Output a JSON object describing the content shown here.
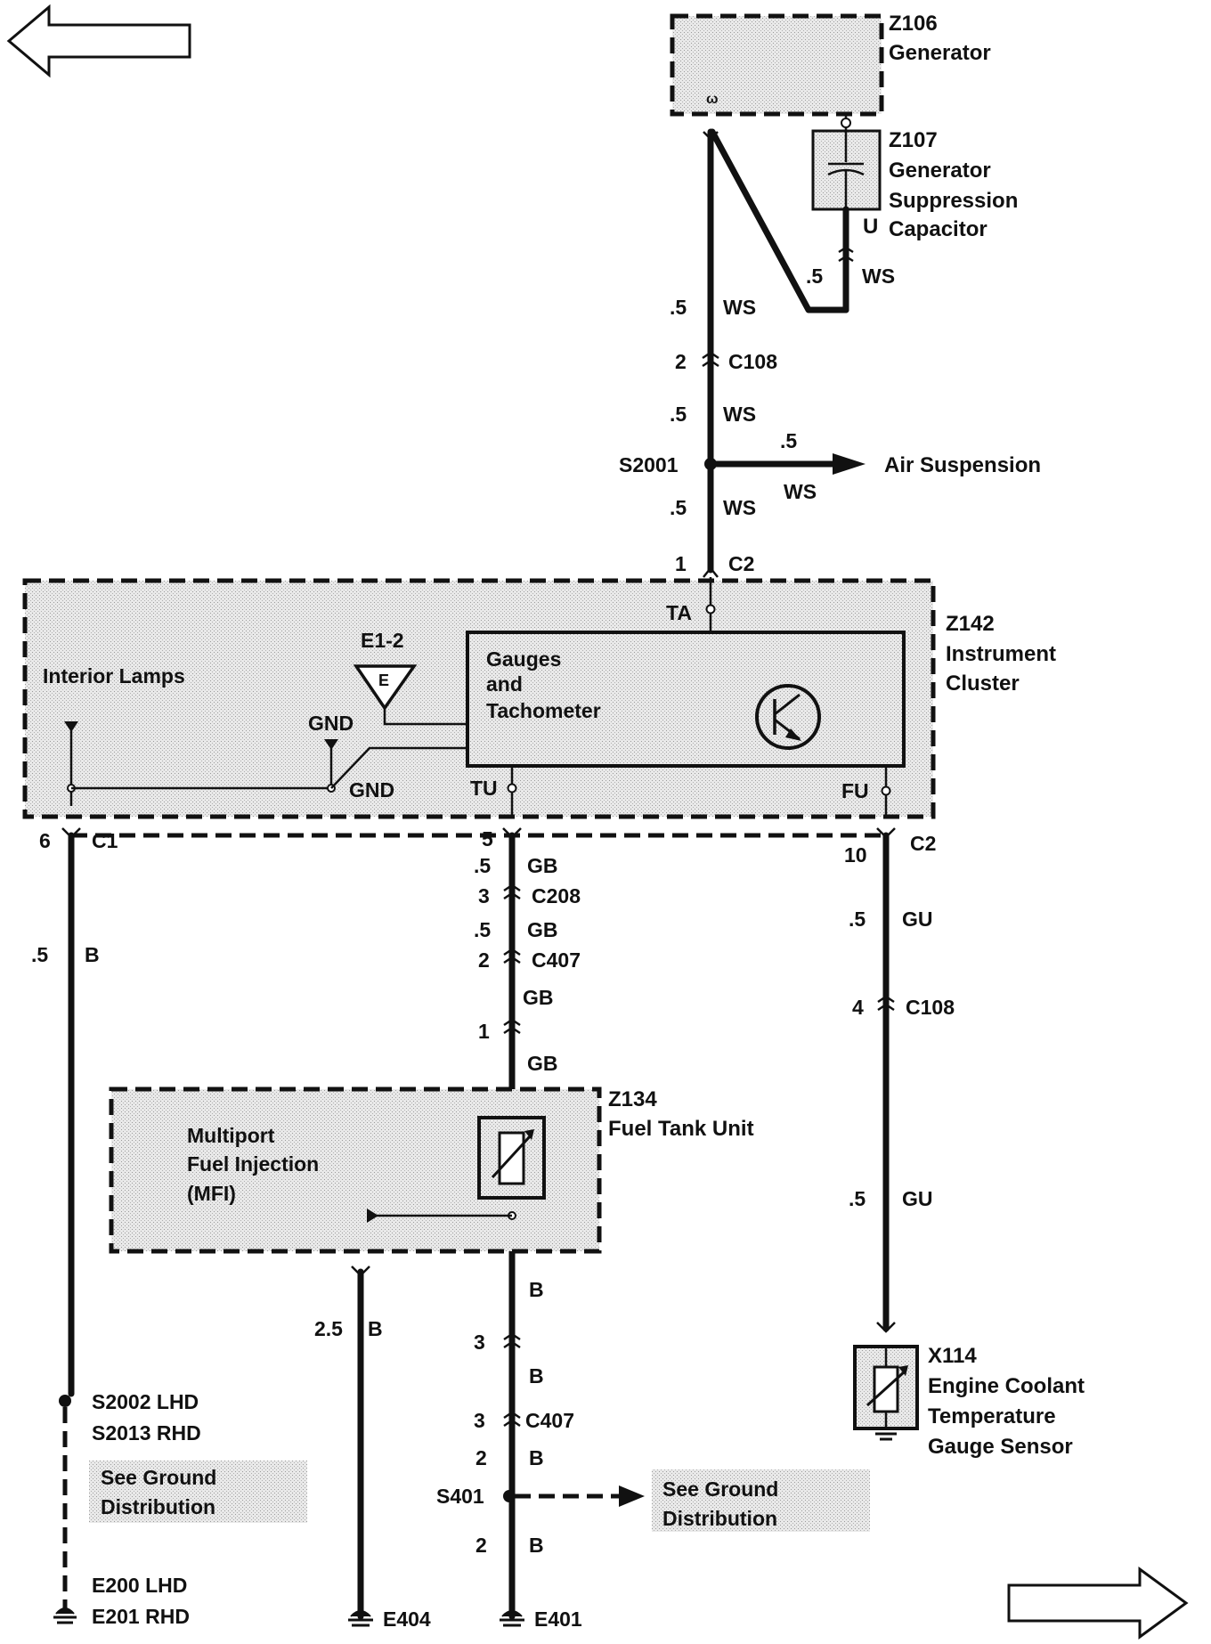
{
  "components": {
    "generator": {
      "id": "Z106",
      "name": "Generator",
      "pin": "ω"
    },
    "capacitor": {
      "id": "Z107",
      "line1": "Generator",
      "line2": "Suppression",
      "line3": "Capacitor",
      "pin": "U"
    },
    "cluster": {
      "id": "Z142",
      "line1": "Instrument",
      "line2": "Cluster"
    },
    "interior_lamps": "Interior Lamps",
    "gauges": {
      "line1": "Gauges",
      "line2": "and",
      "line3": "Tachometer"
    },
    "e12": {
      "label": "E1-2",
      "symbol": "E"
    },
    "gnd1": "GND",
    "gnd2": "GND",
    "pin_ta": "TA",
    "pin_tu": "TU",
    "pin_fu": "FU",
    "fuel_tank": {
      "id": "Z134",
      "name": "Fuel Tank Unit"
    },
    "mfi": {
      "line1": "Multiport",
      "line2": "Fuel Injection",
      "line3": "(MFI)"
    },
    "sensor": {
      "id": "X114",
      "line1": "Engine Coolant",
      "line2": "Temperature",
      "line3": "Gauge Sensor"
    }
  },
  "top_branch": {
    "cap_size": ".5",
    "cap_color": "WS",
    "w1_size": ".5",
    "w1_color": "WS",
    "c108_pin": "2",
    "c108": "C108",
    "w2_size": ".5",
    "w2_color": "WS",
    "splice": "S2001",
    "air_size": ".5",
    "air_color": "WS",
    "air_dest": "Air Suspension",
    "w3_size": ".5",
    "w3_color": "WS",
    "c2_pin": "1",
    "c2": "C2"
  },
  "left_branch": {
    "c1_pin": "6",
    "c1": "C1",
    "size": ".5",
    "color": "B",
    "splice1": "S2002 LHD",
    "splice2": "S2013 RHD",
    "see1": "See Ground",
    "see2": "Distribution",
    "ground1": "E200  LHD",
    "ground2": "E201  RHD"
  },
  "mid_branch": {
    "pin5": "5",
    "s1_size": ".5",
    "s1_color": "GB",
    "c208_pin": "3",
    "c208": "C208",
    "s2_size": ".5",
    "s2_color": "GB",
    "c407_pin": "2",
    "c407": "C407",
    "s3_color": "GB",
    "pin1": "1",
    "s4_color": "GB",
    "s5_color": "B",
    "pin3a": "3",
    "s6_color": "B",
    "c407b_pin": "3",
    "c407b": "C407",
    "pin2a": "2",
    "s7_color": "B",
    "splice": "S401",
    "see1": "See Ground",
    "see2": "Distribution",
    "pin2b": "2",
    "s8_color": "B",
    "ground": "E401"
  },
  "mfi_branch": {
    "size": "2.5",
    "color": "B",
    "ground": "E404"
  },
  "right_branch": {
    "pin10": "10",
    "c2": "C2",
    "s1_size": ".5",
    "s1_color": "GU",
    "c108_pin": "4",
    "c108": "C108",
    "s2_size": ".5",
    "s2_color": "GU"
  }
}
